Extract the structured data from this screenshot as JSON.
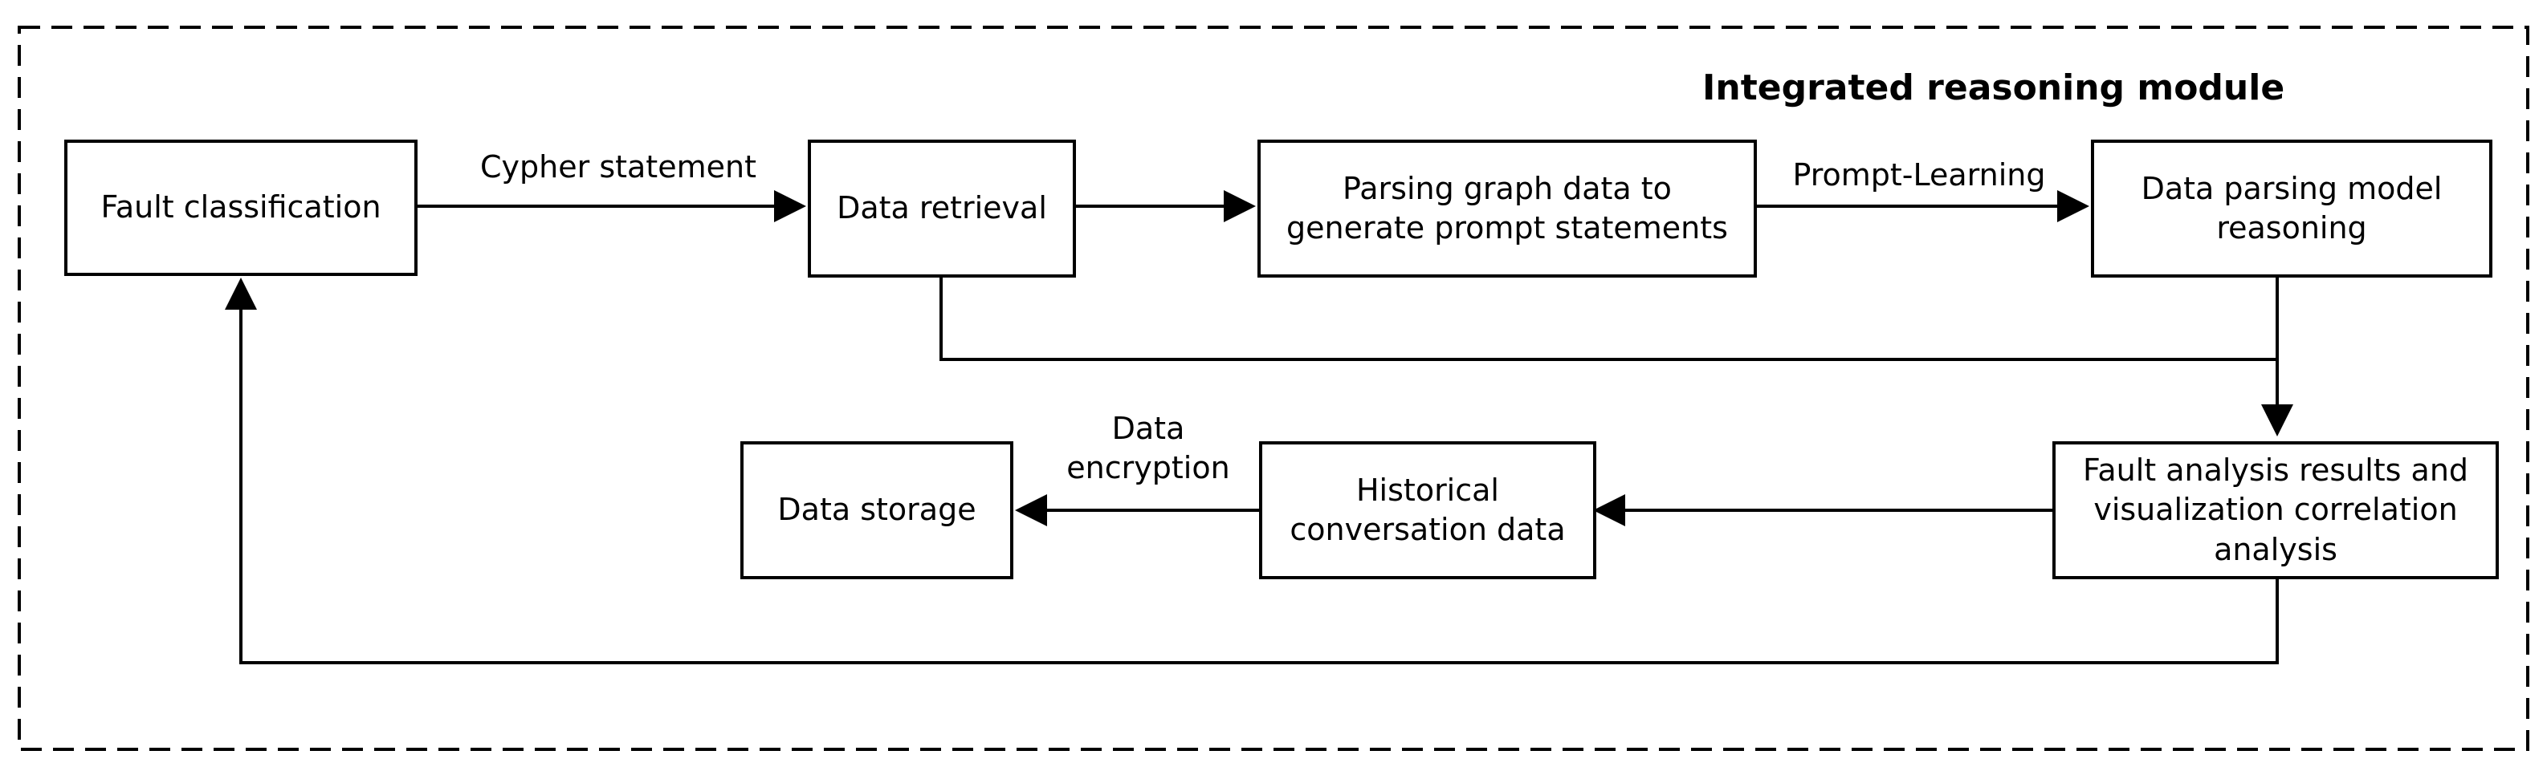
{
  "module": {
    "title": "Integrated reasoning module"
  },
  "nodes": {
    "fault_classification": "Fault classification",
    "data_retrieval": "Data retrieval",
    "parsing_graph": "Parsing graph data to\ngenerate prompt statements",
    "data_parsing_model": "Data parsing model\nreasoning",
    "fault_analysis": "Fault analysis results and\nvisualization correlation\nanalysis",
    "historical_conversation": "Historical\nconversation data",
    "data_storage": "Data storage"
  },
  "edges": {
    "cypher_statement": "Cypher statement",
    "prompt_learning": "Prompt-Learning",
    "data_encryption": "Data\nencryption"
  },
  "colors": {
    "line": "#000000",
    "background": "#ffffff"
  }
}
